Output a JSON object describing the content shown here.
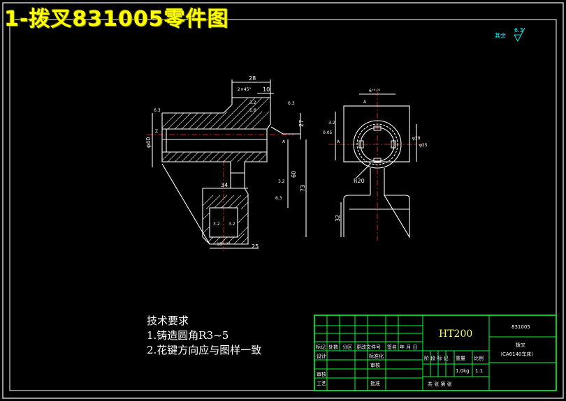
{
  "title": "1-拨叉831005零件图",
  "roughness_note": {
    "label": "其余",
    "value": "6.3"
  },
  "technical_requirements": {
    "heading": "技术要求",
    "items": [
      "1.铸造圆角R3~5",
      "2.花键方向应与图样一致"
    ]
  },
  "dimensions": {
    "d28": "28",
    "d10": "10",
    "d27": "27",
    "d40": "φ40",
    "d60": "60",
    "d73": "73",
    "d34": "34",
    "d25": "25",
    "d32": "32",
    "d20": "R20"
  },
  "title_block": {
    "material": "HT200",
    "drawing_number": "831005",
    "part_name": "拨叉",
    "machine": "（CA6140车床）",
    "mass": "1.0kg",
    "scale": "1:1",
    "sheets": "共  张  第  张",
    "header_cells": [
      "标记",
      "处数",
      "分区",
      "更改文件号",
      "签名",
      "年 月 日"
    ],
    "left_labels": [
      "设计",
      "审核",
      "工艺"
    ],
    "mid_labels": [
      "标准化",
      "审核",
      "批准"
    ],
    "stage_labels": [
      "阶 段 标 记",
      "重量",
      "比例"
    ]
  }
}
